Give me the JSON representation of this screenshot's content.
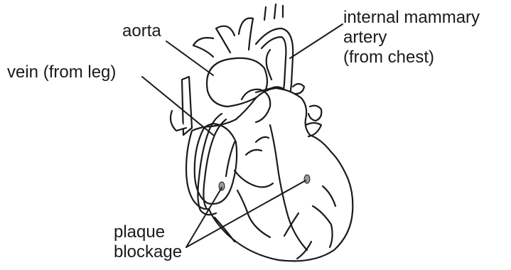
{
  "labels": {
    "aorta": "aorta",
    "vein": "vein (from leg)",
    "internal_mammary": [
      "internal mammary",
      "artery",
      "(from chest)"
    ],
    "plaque": [
      "plaque",
      "blockage"
    ]
  },
  "colors": {
    "ink": "#1a1a1a",
    "background": "#ffffff",
    "plaque": "#9a9a9a"
  }
}
